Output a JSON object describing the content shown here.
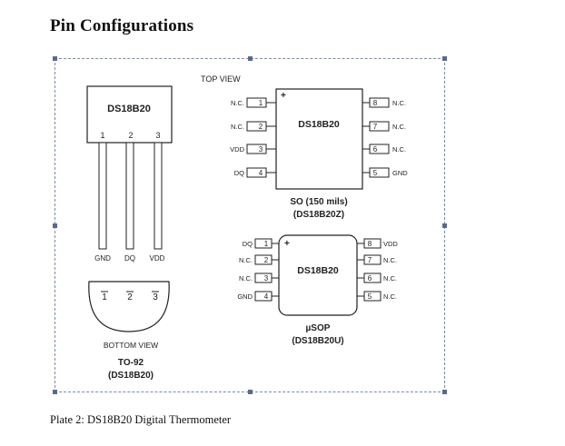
{
  "heading": "Pin Configurations",
  "caption": "Plate 2: DS18B20 Digital Thermometer",
  "figure": {
    "top_view": "TOP VIEW",
    "bottom_view": "BOTTOM VIEW",
    "to92": {
      "chip": "DS18B20",
      "pin_numbers": [
        "1",
        "2",
        "3"
      ],
      "pin_names": [
        "GND",
        "DQ",
        "VDD"
      ],
      "bottom_numbers": [
        "1",
        "2",
        "3"
      ],
      "package": "TO-92",
      "part": "(DS18B20)"
    },
    "so": {
      "chip": "DS18B20",
      "marker": "+",
      "left_pins": [
        {
          "num": "1",
          "name": "N.C."
        },
        {
          "num": "2",
          "name": "N.C."
        },
        {
          "num": "3",
          "name": "VDD"
        },
        {
          "num": "4",
          "name": "DQ"
        }
      ],
      "right_pins": [
        {
          "num": "8",
          "name": "N.C."
        },
        {
          "num": "7",
          "name": "N.C."
        },
        {
          "num": "6",
          "name": "N.C."
        },
        {
          "num": "5",
          "name": "GND"
        }
      ],
      "package": "SO (150 mils)",
      "part": "(DS18B20Z)"
    },
    "usop": {
      "chip": "DS18B20",
      "marker": "+",
      "left_pins": [
        {
          "num": "1",
          "name": "DQ"
        },
        {
          "num": "2",
          "name": "N.C."
        },
        {
          "num": "3",
          "name": "N.C."
        },
        {
          "num": "4",
          "name": "GND"
        }
      ],
      "right_pins": [
        {
          "num": "8",
          "name": "VDD"
        },
        {
          "num": "7",
          "name": "N.C."
        },
        {
          "num": "6",
          "name": "N.C."
        },
        {
          "num": "5",
          "name": "N.C."
        }
      ],
      "package": "µSOP",
      "part": "(DS18B20U)"
    }
  }
}
